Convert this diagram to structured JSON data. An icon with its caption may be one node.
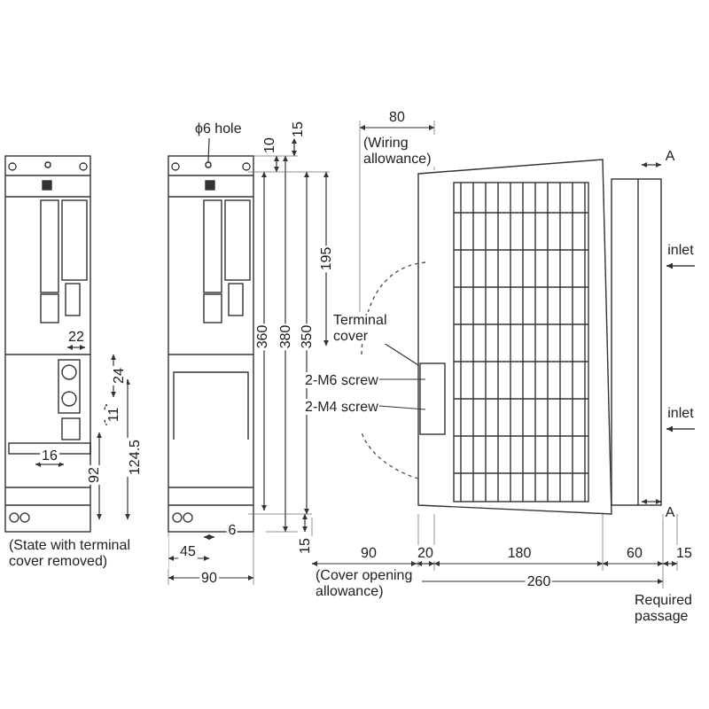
{
  "diagram": {
    "nodes": [
      {
        "text": [
          "ϕ6 hole"
        ]
      },
      {
        "text": [
          "Terminal cover"
        ]
      },
      {
        "text": [
          "2-M6 screw"
        ]
      },
      {
        "text": [
          "2-M4 screw"
        ]
      },
      {
        "text": [],
        "shape": "circle"
      }
    ],
    "edges": [
      {
        "from": 0,
        "to": 4,
        "arrow": "none"
      },
      {
        "from": 1,
        "to": null,
        "arrow": "none"
      },
      {
        "from": 2,
        "to": null,
        "arrow": "none"
      },
      {
        "from": 3,
        "to": null,
        "arrow": "none"
      }
    ],
    "labels": [
      "22",
      "24",
      "11",
      "16",
      "92",
      "124.5",
      "(State with terminal cover removed)",
      "10",
      "15",
      "360",
      "380",
      "350",
      "195",
      "6",
      "45",
      "90",
      "15",
      "(Cover opening allowance)",
      "80",
      "(Wiring allowance)",
      "A",
      "inlet",
      "inlet",
      "A",
      "90",
      "20",
      "180",
      "60",
      "15",
      "260",
      "Required passage"
    ]
  }
}
